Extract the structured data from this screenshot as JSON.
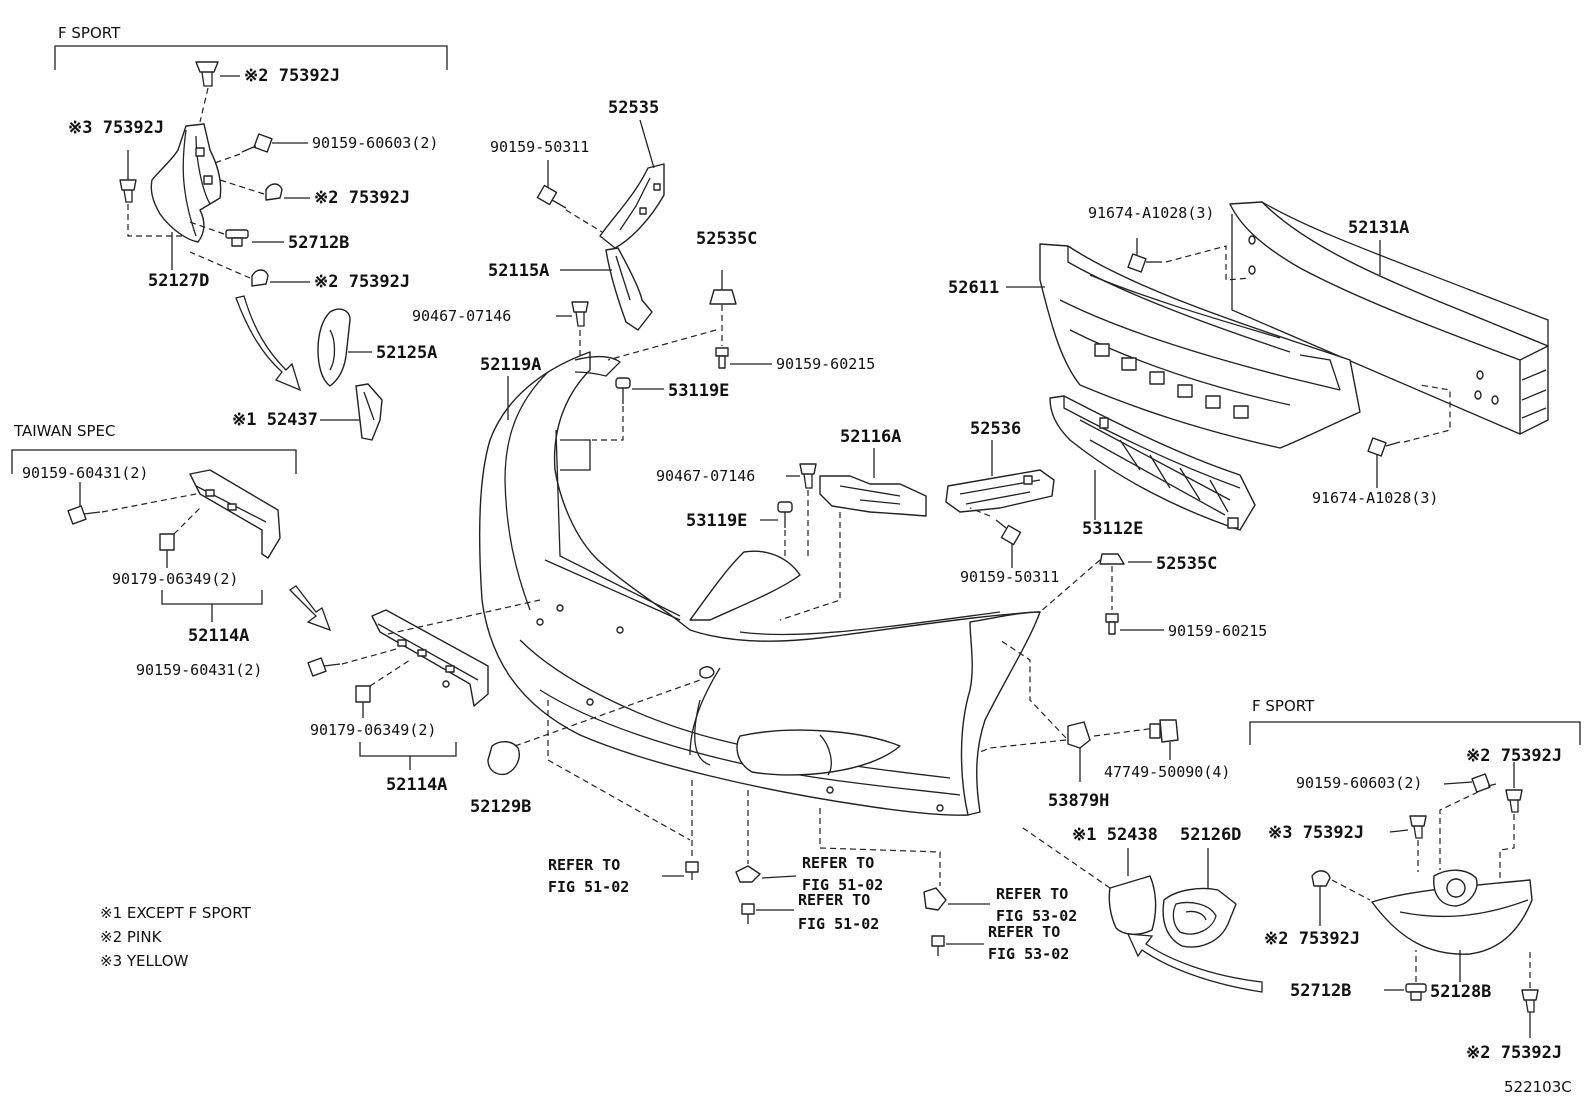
{
  "headers": {
    "f_sport_top": "F SPORT",
    "taiwan_spec": "TAIWAN SPEC",
    "f_sport_bottom": "F SPORT"
  },
  "labels": {
    "l_75392j_tl": "※2 75392J",
    "l_75392j_y1": "※3 75392J",
    "l_90159_60603_a": "90159-60603(2)",
    "l_75392j_p2": "※2 75392J",
    "l_52712b_a": "52712B",
    "l_75392j_p3": "※2 75392J",
    "l_52127d": "52127D",
    "l_52125a": "52125A",
    "l_52437": "※1 52437",
    "l_90159_60431_a": "90159-60431(2)",
    "l_90179_06349_a": "90179-06349(2)",
    "l_52114a_a": "52114A",
    "l_90159_60431_b": "90159-60431(2)",
    "l_90179_06349_b": "90179-06349(2)",
    "l_52114a_b": "52114A",
    "l_52535": "52535",
    "l_90159_50311_a": "90159-50311",
    "l_52115a": "52115A",
    "l_52535c_a": "52535C",
    "l_90467_07146_a": "90467-07146",
    "l_90159_60215_a": "90159-60215",
    "l_52119a": "52119A",
    "l_53119e_a": "53119E",
    "l_52116a": "52116A",
    "l_90467_07146_b": "90467-07146",
    "l_53119e_b": "53119E",
    "l_52536": "52536",
    "l_90159_50311_b": "90159-50311",
    "l_91674_a1028_a": "91674-A1028(3)",
    "l_52131a": "52131A",
    "l_52611": "52611",
    "l_53112e": "53112E",
    "l_91674_a1028_b": "91674-A1028(3)",
    "l_52535c_b": "52535C",
    "l_90159_60215_b": "90159-60215",
    "l_47749_50090": "47749-50090(4)",
    "l_53879h": "53879H",
    "l_52129b": "52129B",
    "l_52438": "※1 52438",
    "l_52126d": "52126D",
    "l_75392j_r1": "※2 75392J",
    "l_90159_60603_b": "90159-60603(2)",
    "l_75392j_r2": "※3 75392J",
    "l_75392j_r3": "※2 75392J",
    "l_52712b_b": "52712B",
    "l_52128b": "52128B",
    "l_75392j_r4": "※2 75392J"
  },
  "refers": {
    "ref1_a": "REFER TO",
    "ref1_b": "FIG 51-02",
    "ref2_a": "REFER TO",
    "ref2_b": "FIG 51-02",
    "ref3_a": "REFER TO",
    "ref3_b": "FIG 51-02",
    "ref4_a": "REFER TO",
    "ref4_b": "FIG 53-02",
    "ref5_a": "REFER TO",
    "ref5_b": "FIG 53-02"
  },
  "notes": {
    "n1": "※1 EXCEPT F SPORT",
    "n2": "※2 PINK",
    "n3": "※3 YELLOW"
  },
  "figure_code": "522103C"
}
